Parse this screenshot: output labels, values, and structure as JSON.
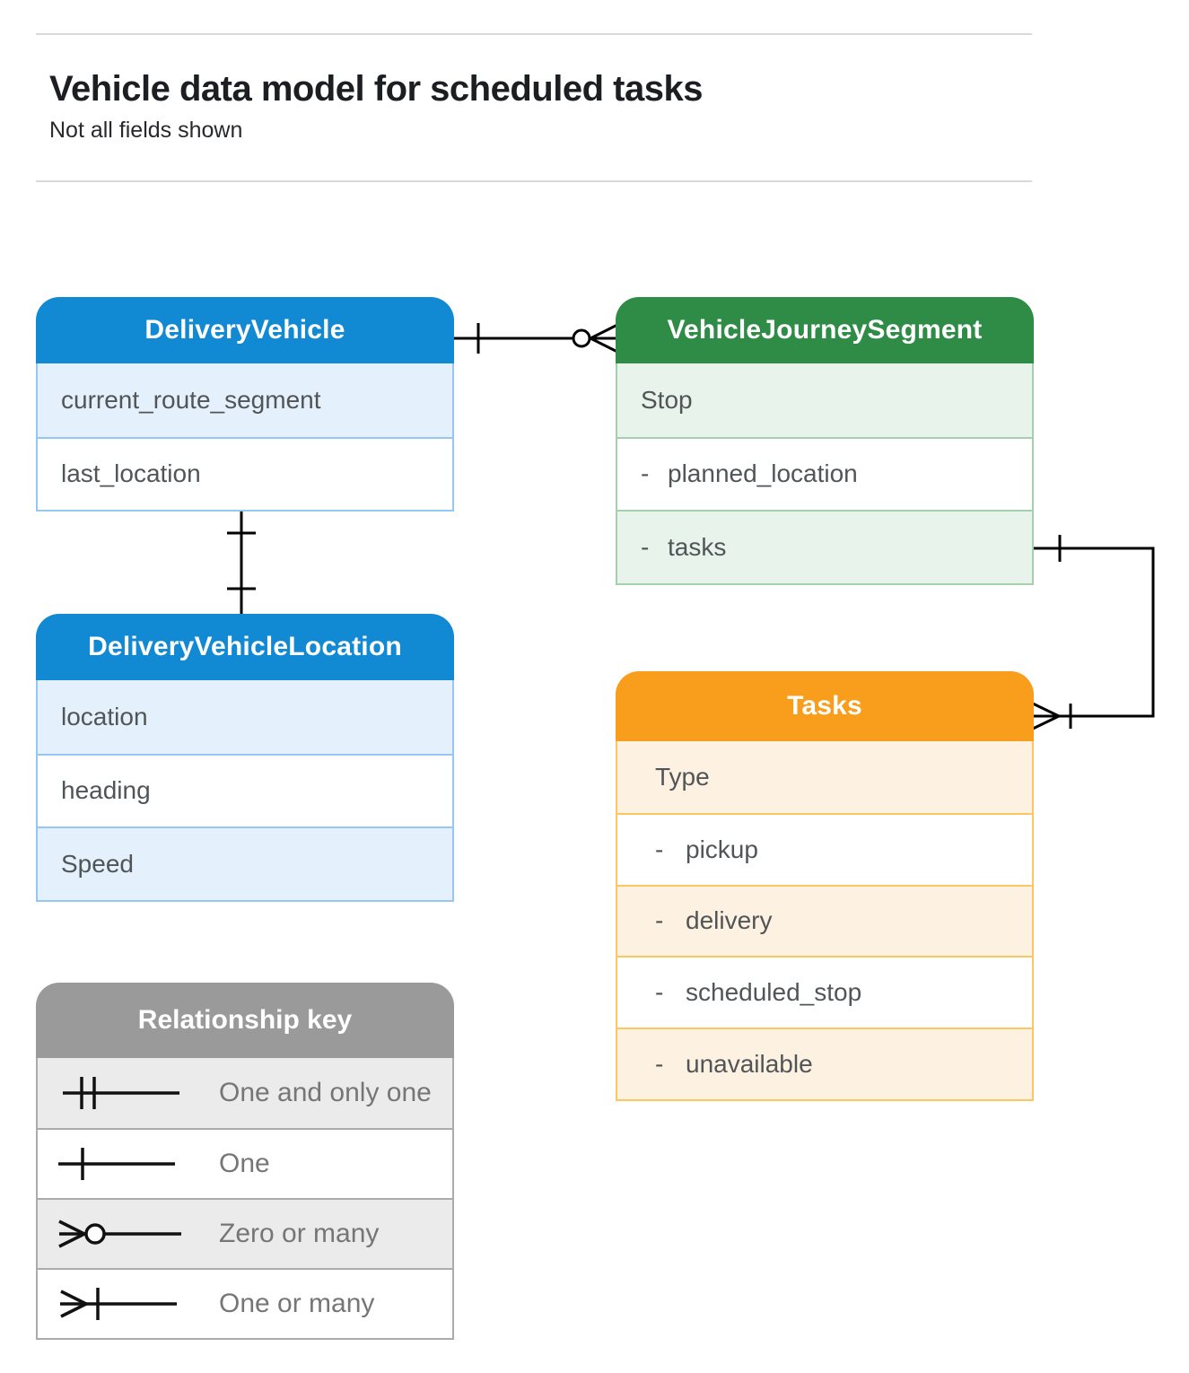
{
  "page": {
    "title": "Vehicle data model for scheduled tasks",
    "subtitle": "Not all fields shown"
  },
  "entities": {
    "delivery_vehicle": {
      "title": "DeliveryVehicle",
      "rows": [
        "current_route_segment",
        "last_location"
      ]
    },
    "vehicle_journey_segment": {
      "title": "VehicleJourneySegment",
      "rows": [
        "Stop",
        "- planned_location",
        "- tasks"
      ]
    },
    "delivery_vehicle_location": {
      "title": "DeliveryVehicleLocation",
      "rows": [
        "location",
        "heading",
        "Speed"
      ]
    },
    "tasks": {
      "title": "Tasks",
      "rows": [
        "Type",
        "- pickup",
        "- delivery",
        "- scheduled_stop",
        "- unavailable"
      ]
    }
  },
  "relationships": [
    {
      "from": "DeliveryVehicle",
      "to": "VehicleJourneySegment",
      "from_cardinality": "one",
      "to_cardinality": "zero-or-many"
    },
    {
      "from": "DeliveryVehicle",
      "to": "DeliveryVehicleLocation",
      "from_cardinality": "one",
      "to_cardinality": "one"
    },
    {
      "from": "VehicleJourneySegment.tasks",
      "to": "Tasks",
      "from_cardinality": "one",
      "to_cardinality": "one-or-many"
    }
  ],
  "legend": {
    "title": "Relationship key",
    "items": [
      {
        "symbol": "one-and-only-one",
        "label": "One and only one"
      },
      {
        "symbol": "one",
        "label": "One"
      },
      {
        "symbol": "zero-or-many",
        "label": "Zero or many"
      },
      {
        "symbol": "one-or-many",
        "label": "One or many"
      }
    ]
  },
  "colors": {
    "blue_header": "#1289D3",
    "blue_tint": "#E4F0FB",
    "green_header": "#2F8C46",
    "green_tint": "#E8F3EB",
    "orange_header": "#F89D1C",
    "orange_tint": "#FDF2E2",
    "gray_header": "#9A9A9A",
    "gray_tint": "#EBEBEB",
    "connector": "#000000",
    "row_text": "#515558"
  }
}
